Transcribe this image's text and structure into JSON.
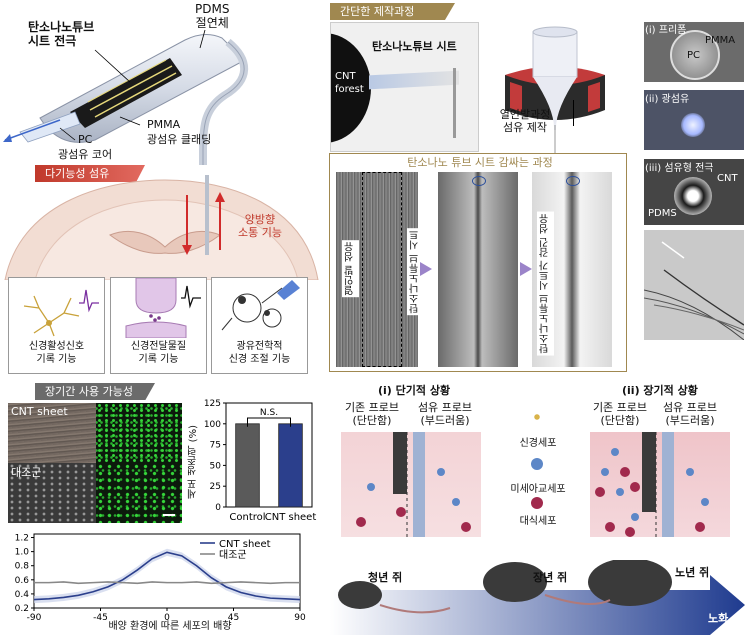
{
  "cnt_sheet_electrode": "탄소나노튜브\n시트 전극",
  "pdms_insulator": "PDMS\n절연체",
  "pmma": "PMMA",
  "pmma_cladding": "광섬유 클래딩",
  "pc": "PC",
  "pc_core": "광섬유 코어",
  "multifunctional_fiber": "다기능성 섬유",
  "bidirectional": "양방향\n소통 기능",
  "neural_signal": "신경활성신호\n기록 기능",
  "neurotransmitter": "신경전달물질\n기록 기능",
  "optogenetic": "광유전학적\n신경 조절 기능",
  "long_term_usability": "장기간 사용 가능성",
  "cnt_sheet_photo_label": "CNT sheet",
  "control_photo_label": "대조군",
  "bar_chart": {
    "type": "bar",
    "categories": [
      "Control",
      "CNT sheet"
    ],
    "values": [
      100,
      100
    ],
    "ylabel": "세포 생존력 (%)",
    "ylim": [
      0,
      125
    ],
    "yticks": [
      "0",
      "25",
      "50",
      "75",
      "100",
      "125"
    ],
    "significance": "N.S.",
    "colors": [
      "#5a5a5a",
      "#2b3f8c"
    ]
  },
  "line_chart": {
    "type": "line",
    "xlabel": "배양 환경에 따른 세포의 배향",
    "xticks": [
      "-90",
      "-45",
      "0",
      "45",
      "90"
    ],
    "yticks": [
      "0.2",
      "0.4",
      "0.6",
      "0.8",
      "1.0",
      "1.2"
    ],
    "xlim": [
      -90,
      90
    ],
    "ylim": [
      0.2,
      1.25
    ],
    "series": [
      {
        "name": "CNT sheet",
        "color": "#2b3f8c",
        "x": [
          -90,
          -80,
          -70,
          -60,
          -50,
          -40,
          -30,
          -20,
          -10,
          0,
          10,
          20,
          30,
          40,
          50,
          60,
          70,
          80,
          90
        ],
        "values": [
          0.32,
          0.33,
          0.35,
          0.38,
          0.43,
          0.5,
          0.6,
          0.74,
          0.9,
          0.99,
          0.94,
          0.8,
          0.63,
          0.5,
          0.42,
          0.37,
          0.34,
          0.33,
          0.32
        ]
      },
      {
        "name": "대조군",
        "color": "#888888",
        "x": [
          -90,
          -80,
          -70,
          -60,
          -50,
          -40,
          -30,
          -20,
          -10,
          0,
          10,
          20,
          30,
          40,
          50,
          60,
          70,
          80,
          90
        ],
        "values": [
          0.56,
          0.56,
          0.57,
          0.55,
          0.56,
          0.57,
          0.56,
          0.55,
          0.57,
          0.56,
          0.56,
          0.57,
          0.55,
          0.56,
          0.57,
          0.56,
          0.55,
          0.56,
          0.56
        ]
      }
    ]
  },
  "simple_process": "간단한 제작과정",
  "cnt_sheet": "탄소나노튜브 시트",
  "cnt_forest": "CNT\nforest",
  "thermal_draw": "열인발과정\n섬유 제작",
  "preform": "(i) 프리폼",
  "preform_pmma": "PMMA",
  "preform_pc": "PC",
  "optical_fiber": "(ii) 광섬유",
  "fiber_electrode": "(iii) 섬유형 전극",
  "fe_cnt": "CNT",
  "fe_pdms": "PDMS",
  "wrapping_process": "탄소나노 튜브 시트 감싸는 과정",
  "drawn_fiber": "열인발 섬유",
  "cnt_sheet_v": "탄소나노튜브 시트",
  "wrapped_fiber": "탄소나노튜브 시트가 감긴 섬유",
  "short_term": "(i) 단기적 상황",
  "long_term": "(ii) 장기적 상황",
  "conventional_probe": "기존 프로브\n(단단함)",
  "fiber_probe": "섬유 프로브\n(부드러움)",
  "neuron": "신경세포",
  "microglia": "미세아교세포",
  "macrophage": "대식세포",
  "young_mouse": "청년 쥐",
  "middle_mouse": "장년 쥐",
  "old_mouse": "노년 쥐",
  "aging": "노화"
}
